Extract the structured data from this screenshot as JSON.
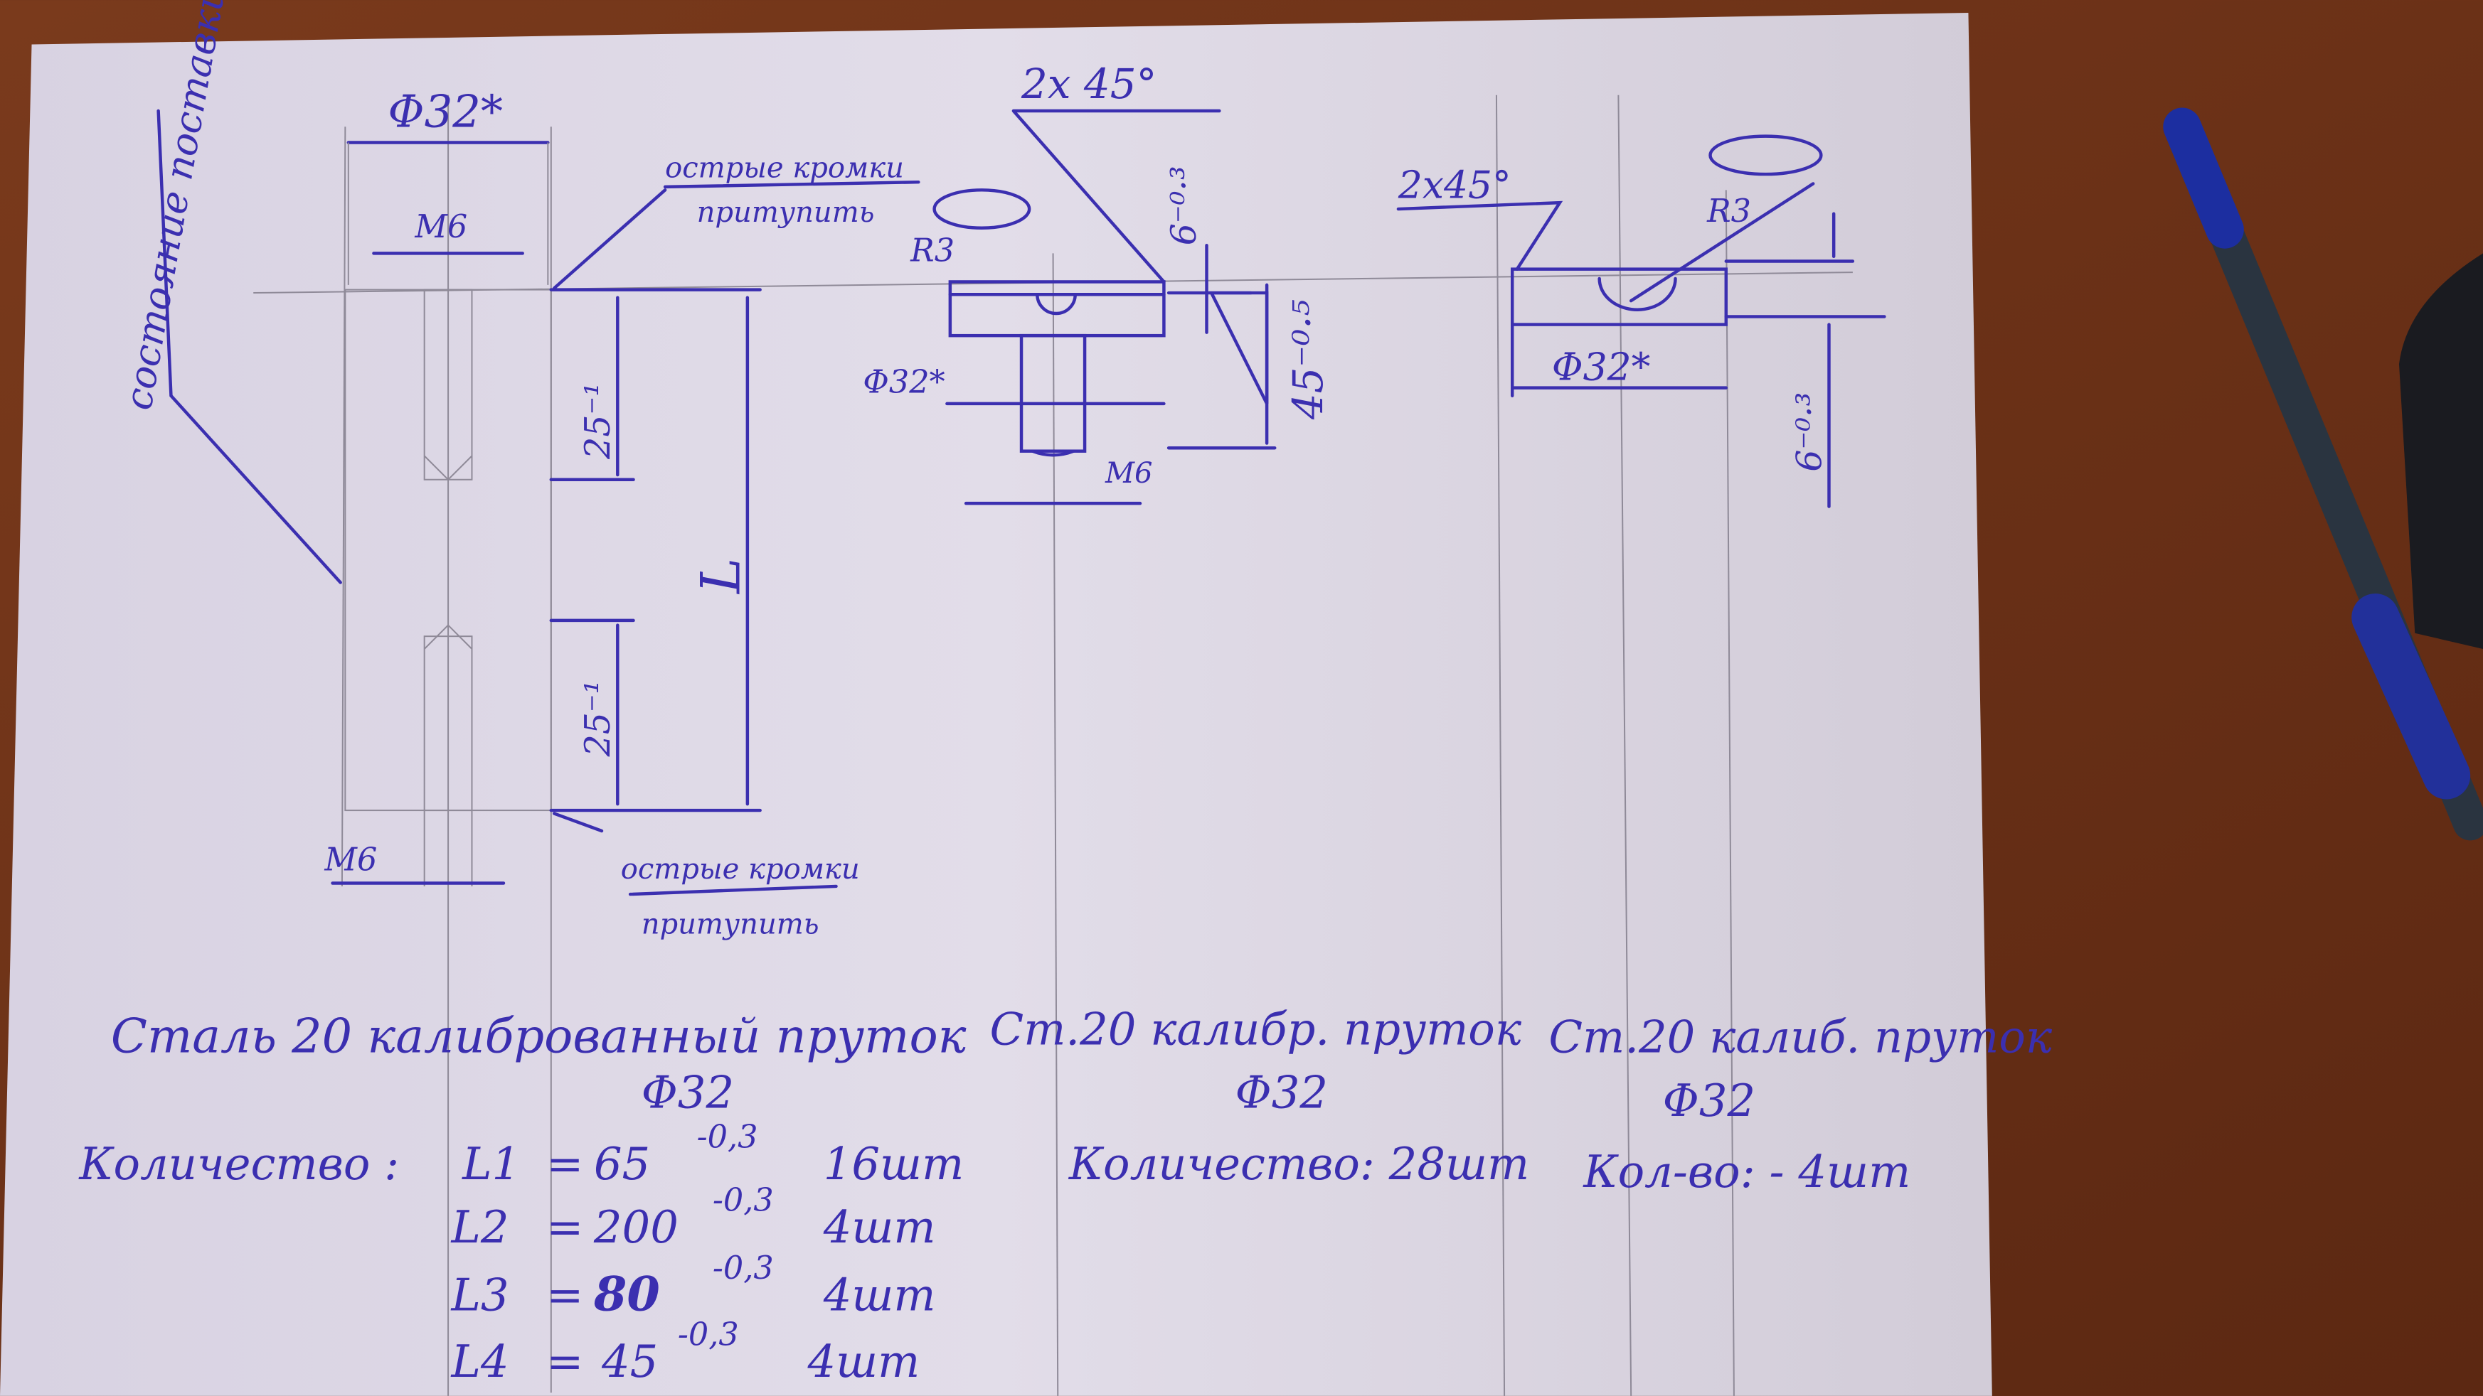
{
  "colors": {
    "ink": "#3b2fb0",
    "paper": "#dcd6e4",
    "table": "#6e3219"
  },
  "part1": {
    "dia_label": "Φ32*",
    "thread_top": "M6",
    "thread_bottom": "M6",
    "depth_top": "25⁻¹",
    "depth_bottom": "25⁻¹",
    "length": "L",
    "state_note": "состояние поставки",
    "edge_note_top": [
      "острые кромки",
      "притупить"
    ],
    "edge_note_bottom": [
      "острые кромки",
      "притупить"
    ],
    "material": "Сталь 20 калиброванный пруток",
    "bar_dia": "Φ32",
    "qty_label": "Количество :",
    "quantities": [
      {
        "name": "L1",
        "value": "65",
        "tol": "-0,3",
        "count": "16шт"
      },
      {
        "name": "L2",
        "value": "200",
        "tol": "-0,3",
        "count": "4шт"
      },
      {
        "name": "L3",
        "value": "80",
        "tol": "-0,3",
        "count": "4шт"
      },
      {
        "name": "L4",
        "value": "45",
        "tol": "-0,3",
        "count": "4шт"
      }
    ]
  },
  "part2": {
    "chamfer": "2x 45°",
    "radius": "R3",
    "thickness": "6⁻⁰·³",
    "height": "45⁻⁰·⁵",
    "dia_label": "Φ32*",
    "thread": "M6",
    "material": "Ст.20 калибр. пруток",
    "bar_dia": "Φ32",
    "qty": "Количество: 28шт"
  },
  "part3": {
    "chamfer": "2x45°",
    "radius": "R3",
    "dia_label": "Φ32*",
    "thickness": "6⁻⁰·³",
    "material": "Ст.20 калиб. пруток",
    "bar_dia": "Φ32",
    "qty": "Кол-во: - 4шт"
  }
}
